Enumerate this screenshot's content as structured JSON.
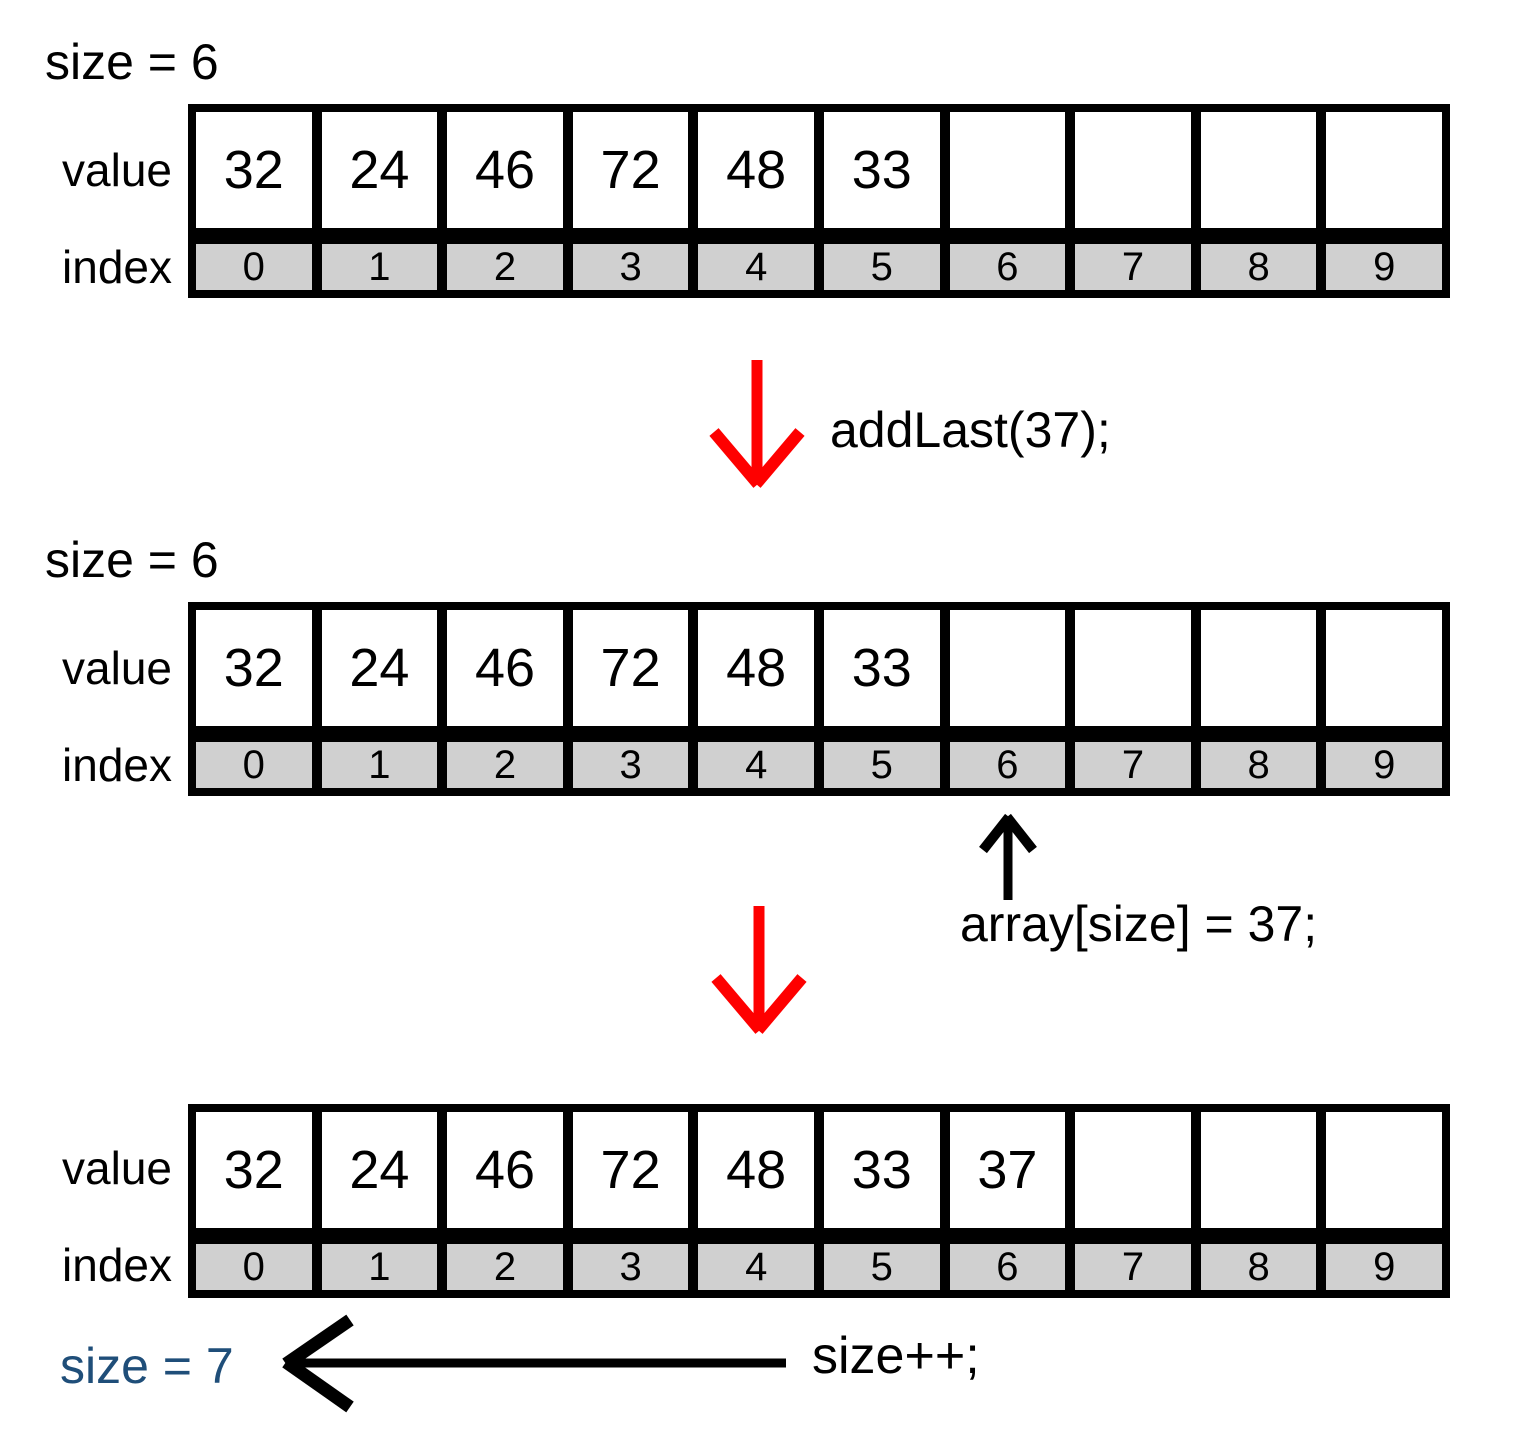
{
  "diagram": {
    "row_labels": {
      "value": "value",
      "index": "index"
    },
    "arrays": {
      "indices": [
        "0",
        "1",
        "2",
        "3",
        "4",
        "5",
        "6",
        "7",
        "8",
        "9"
      ],
      "before": [
        "32",
        "24",
        "46",
        "72",
        "48",
        "33",
        "",
        "",
        "",
        ""
      ],
      "after": [
        "32",
        "24",
        "46",
        "72",
        "48",
        "33",
        "37",
        "",
        "",
        ""
      ]
    },
    "step1": {
      "size_label": "size = 6"
    },
    "step2": {
      "size_label": "size = 6",
      "pointer_label": "array[size] = 37;"
    },
    "step3": {
      "size_label": "size = 7",
      "increment_label": "size++;"
    },
    "operation_label": "addLast(37);",
    "colors": {
      "arrow_red": "#fe0000",
      "size7_blue": "#1f4e79",
      "index_cell_gray": "#d0d0d0"
    }
  }
}
